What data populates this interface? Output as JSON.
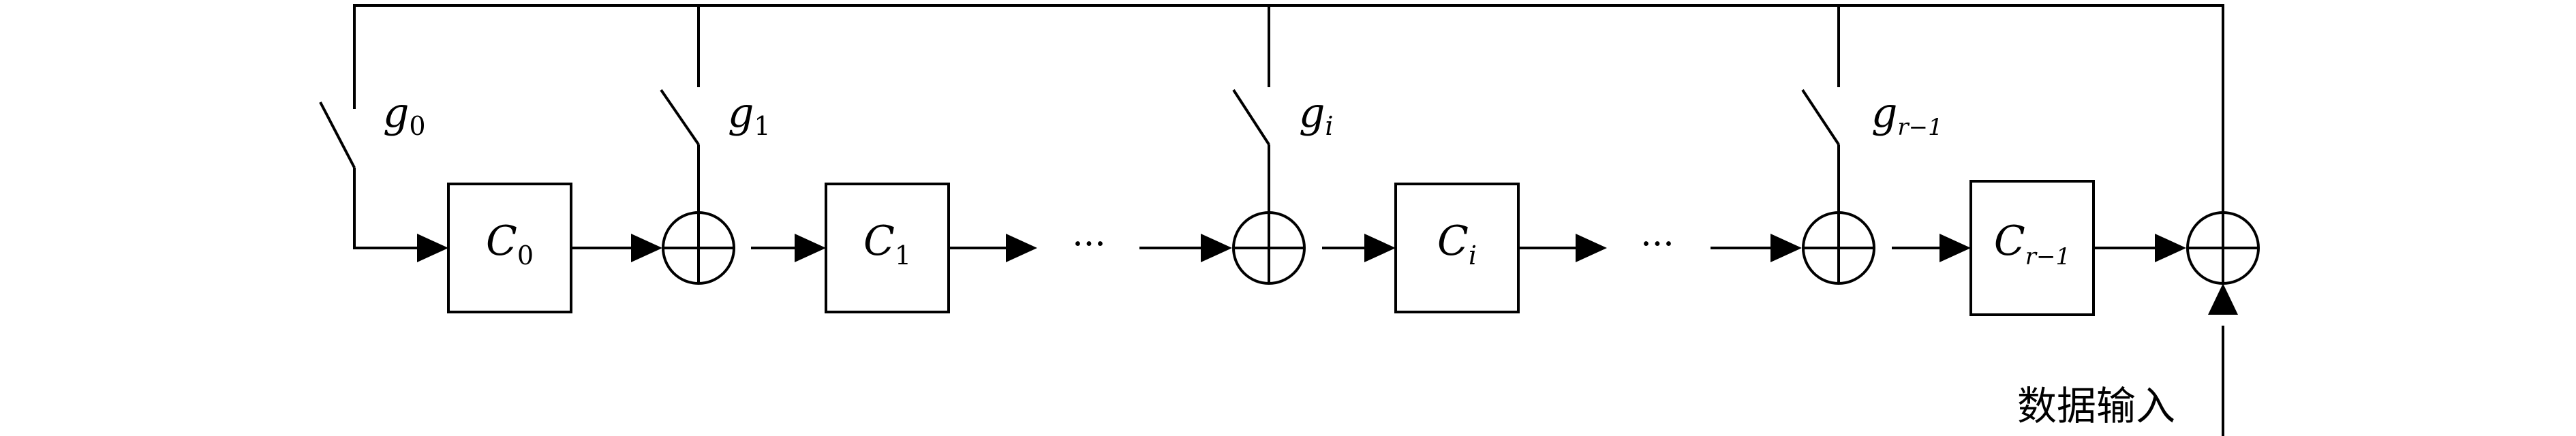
{
  "registers": [
    {
      "base": "C",
      "sub": "0",
      "sub_italic": false
    },
    {
      "base": "C",
      "sub": "1",
      "sub_italic": false
    },
    {
      "base": "C",
      "sub": "i",
      "sub_italic": true
    },
    {
      "base": "C",
      "sub": "r−1",
      "sub_italic": true
    }
  ],
  "switches": [
    {
      "base": "g",
      "sub": "0",
      "sub_italic": false
    },
    {
      "base": "g",
      "sub": "1",
      "sub_italic": false
    },
    {
      "base": "g",
      "sub": "i",
      "sub_italic": true
    },
    {
      "base": "g",
      "sub": "r−1",
      "sub_italic": true
    }
  ],
  "ellipsis": "···",
  "input_label": "数据输入"
}
